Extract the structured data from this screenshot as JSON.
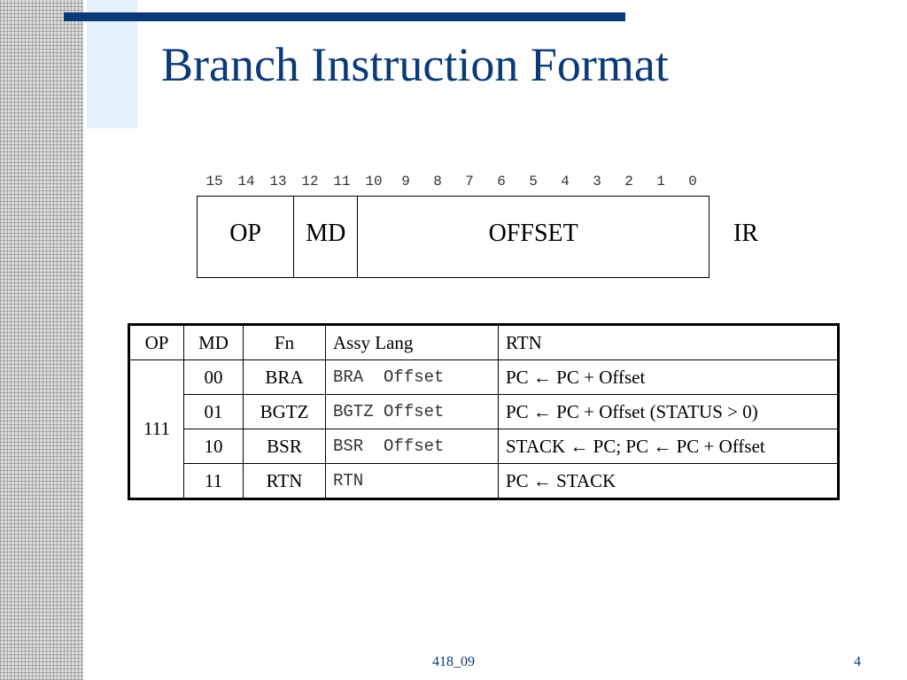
{
  "slide": {
    "title": "Branch Instruction Format",
    "footer": "418_09",
    "page_number": "4",
    "colors": {
      "title": "#0b3a78",
      "accent_bar": "#0b3a78",
      "light_rect": "#e3f2fc"
    }
  },
  "ir_diagram": {
    "bit_numbers": [
      "15",
      "14",
      "13",
      "12",
      "11",
      "10",
      "9",
      "8",
      "7",
      "6",
      "5",
      "4",
      "3",
      "2",
      "1",
      "0"
    ],
    "fields": [
      {
        "label": "OP",
        "bits": 3
      },
      {
        "label": "MD",
        "bits": 2
      },
      {
        "label": "OFFSET",
        "bits": 11
      }
    ],
    "register_label": "IR"
  },
  "format_table": {
    "headers": [
      "OP",
      "MD",
      "Fn",
      "Assy Lang",
      "RTN"
    ],
    "op_value": "111",
    "rows": [
      {
        "md": "00",
        "fn": "BRA",
        "assy": "BRA  Offset",
        "rtn": "PC ← PC + Offset"
      },
      {
        "md": "01",
        "fn": "BGTZ",
        "assy": "BGTZ Offset",
        "rtn": "PC ← PC + Offset  (STATUS > 0)"
      },
      {
        "md": "10",
        "fn": "BSR",
        "assy": "BSR  Offset",
        "rtn": "STACK ← PC; PC ← PC + Offset"
      },
      {
        "md": "11",
        "fn": "RTN",
        "assy": "RTN",
        "rtn": "PC ← STACK"
      }
    ]
  }
}
